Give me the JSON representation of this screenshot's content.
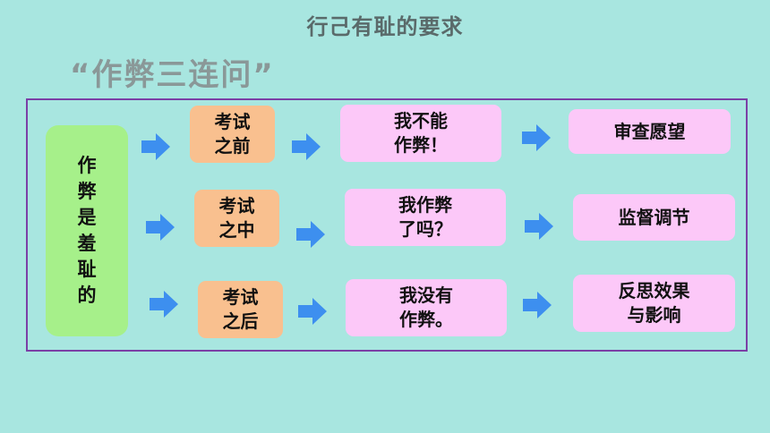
{
  "header": {
    "title": "行己有耻的要求",
    "subtitle": "“作弊三连问”"
  },
  "diagram": {
    "left_label_chars": [
      "作",
      "弊",
      "是",
      "羞",
      "耻",
      "的"
    ],
    "rows": [
      {
        "stage": "考试\n之前",
        "question": "我不能\n作弊！",
        "action": "审查愿望"
      },
      {
        "stage": "考试\n之中",
        "question": "我作弊\n了吗？",
        "action": "监督调节"
      },
      {
        "stage": "考试\n之后",
        "question": "我没有\n作弊。",
        "action": "反思效果\n与影响"
      }
    ]
  },
  "colors": {
    "background": "#a8e6e0",
    "frame": "#7b3fa6",
    "left_box": "#a6f08a",
    "stage_box": "#f9c08f",
    "question_box": "#fcc8f8",
    "action_box": "#fcc8f8",
    "arrow": "#3d8fef"
  },
  "icons": {
    "arrow": "arrow-right-icon"
  }
}
